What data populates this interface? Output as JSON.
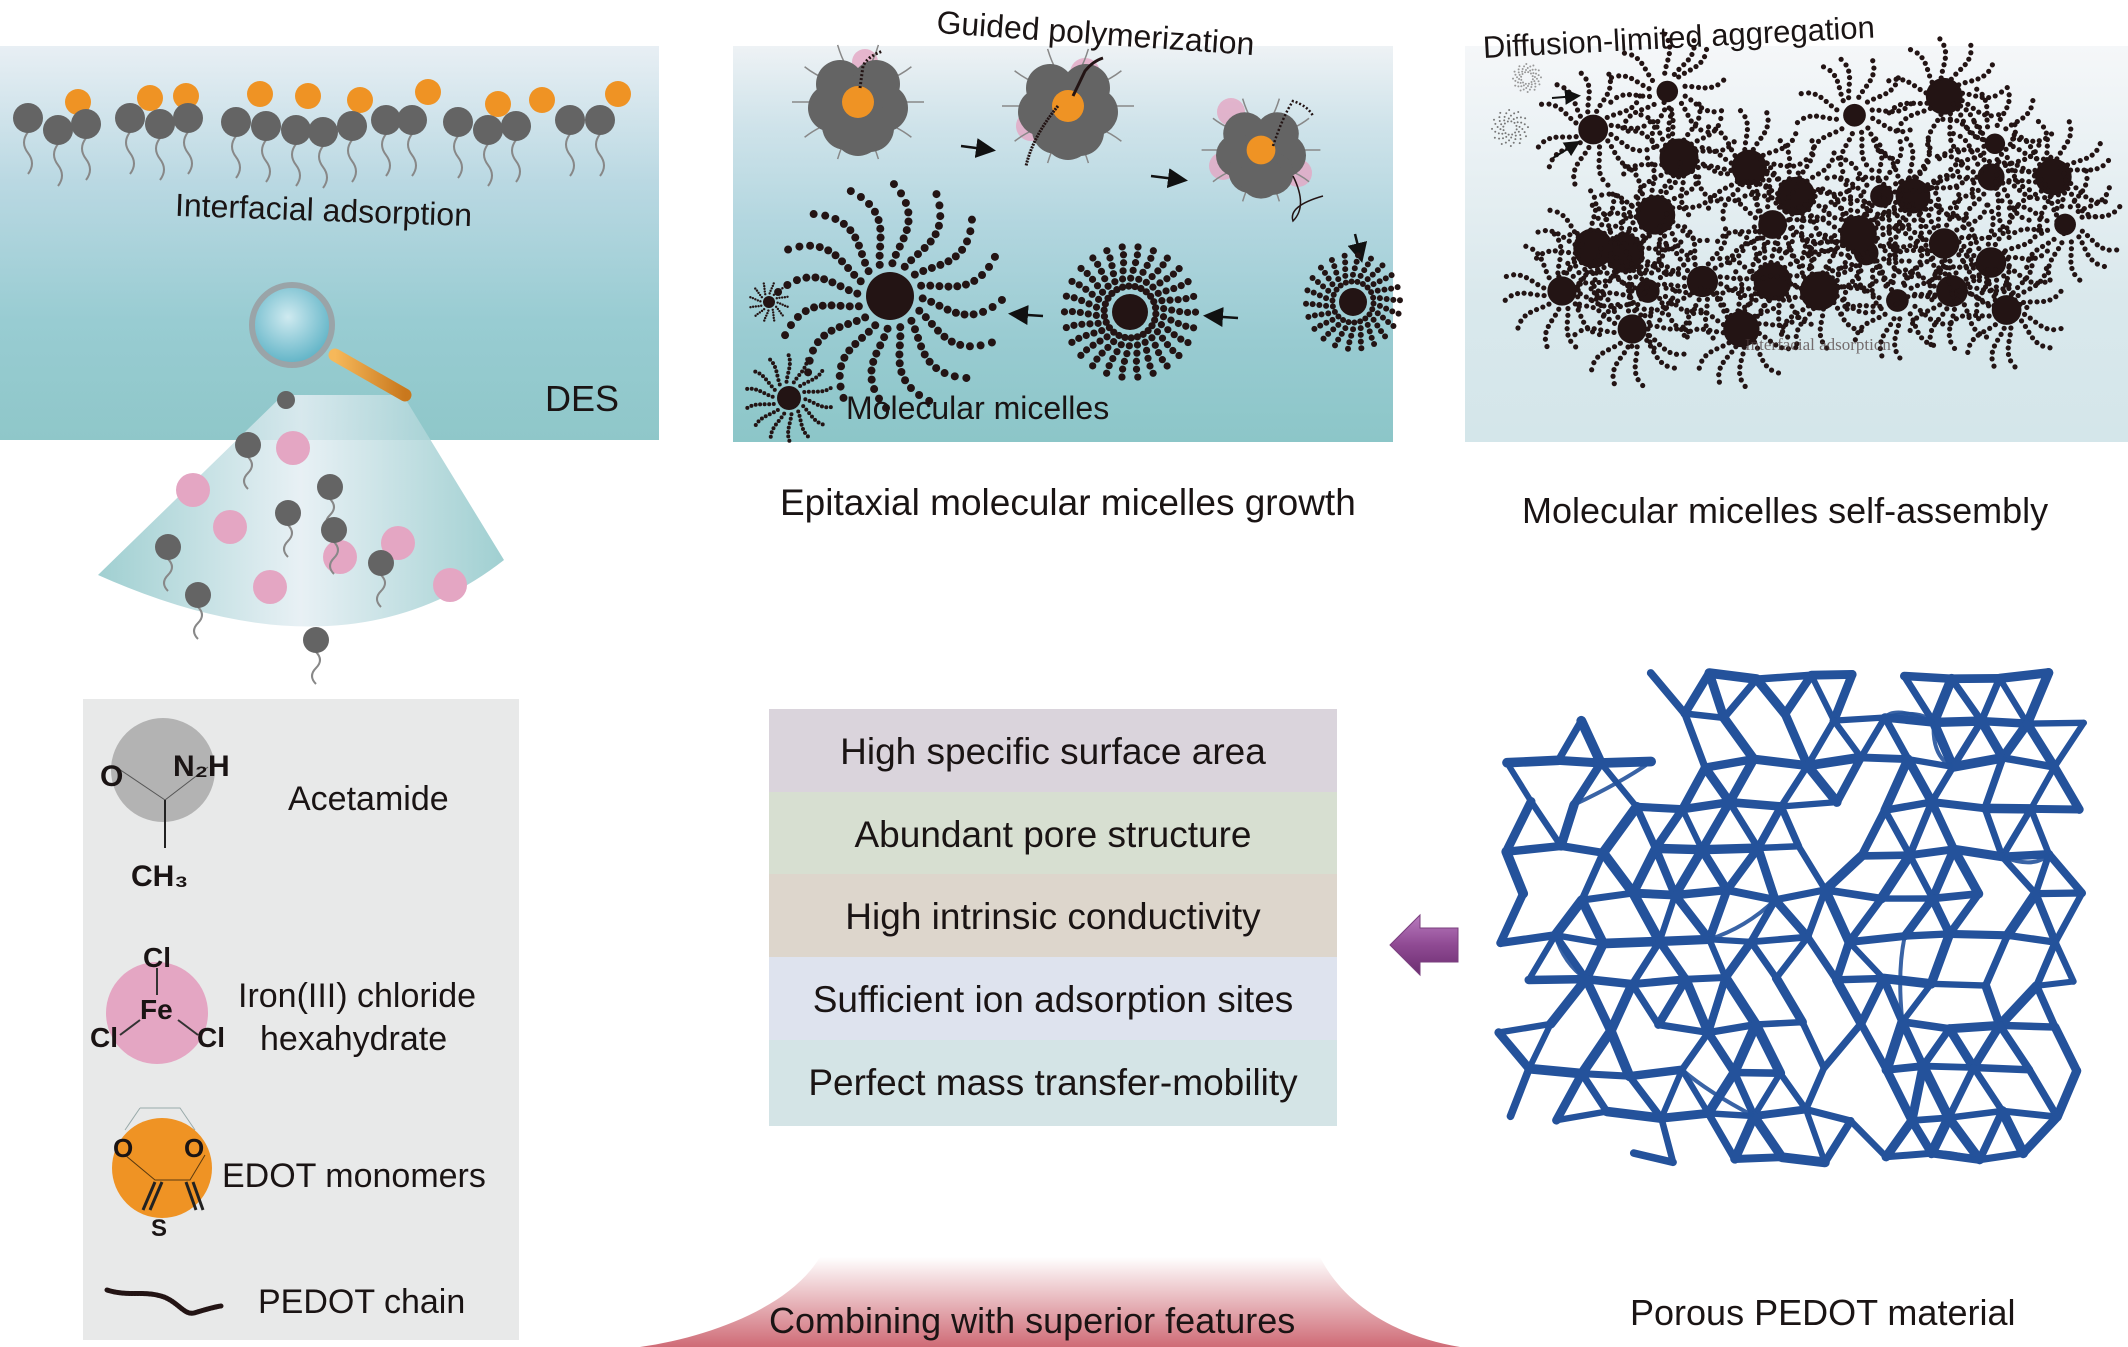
{
  "panels": {
    "interfacial": {
      "caption": "Interfacial adsorption",
      "medium_label": "DES"
    },
    "epitaxial": {
      "top_label": "Guided polymerization",
      "inner_label": "Molecular micelles",
      "caption": "Epitaxial molecular micelles growth"
    },
    "self_assembly": {
      "top_label": "Diffusion-limited aggregation",
      "watermark": "Interfacial adsorption",
      "caption": "Molecular micelles self-assembly"
    }
  },
  "legend": {
    "items": [
      {
        "name": "Acetamide",
        "atoms": [
          "O",
          "N₂H",
          "CH₃"
        ],
        "color": "#b3b3b3"
      },
      {
        "name_line1": "Iron(III) chloride",
        "name_line2": "hexahydrate",
        "atoms": [
          "Cl",
          "Fe",
          "Cl",
          "Cl"
        ],
        "color": "#e4a6c3"
      },
      {
        "name": "EDOT monomers",
        "atoms": [
          "O",
          "O",
          "S"
        ],
        "color": "#ef9324"
      },
      {
        "name": "PEDOT chain"
      }
    ]
  },
  "features": {
    "items": [
      {
        "label": "High specific surface area",
        "color": "#dad4dc"
      },
      {
        "label": "Abundant pore structure",
        "color": "#d7dfd1"
      },
      {
        "label": "High intrinsic conductivity",
        "color": "#ddd6cc"
      },
      {
        "label": "Sufficient ion adsorption sites",
        "color": "#dee3ee"
      },
      {
        "label": "Perfect mass transfer-mobility",
        "color": "#d4e4e6"
      }
    ],
    "footer": "Combining with superior features"
  },
  "material": {
    "caption": "Porous PEDOT material",
    "color": "#24529b"
  },
  "colors": {
    "surfactant_head": "#646464",
    "edot": "#ef9324",
    "fecl3": "#e4a6c3",
    "micelle": "#231414",
    "arrow": "#8f4a93"
  }
}
